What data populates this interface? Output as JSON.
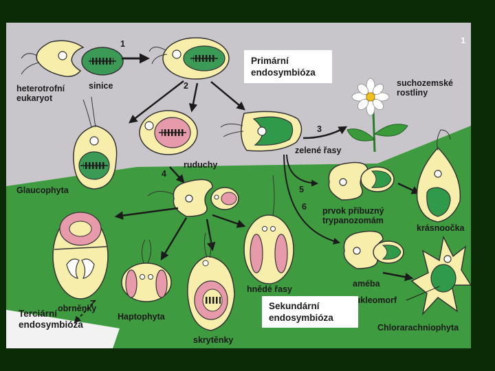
{
  "page_number": "1",
  "labels": {
    "primary_title_1": "Primární",
    "primary_title_2": "endosymbióza",
    "heterotrophic_1": "heterotrofní",
    "heterotrophic_2": "eukaryot",
    "cyanobacteria": "sinice",
    "land_plants_1": "suchozemské",
    "land_plants_2": "rostliny",
    "glaucophyta": "Glaucophyta",
    "red_algae": "ruduchy",
    "green_algae": "zelené řasy",
    "relative_1": "prvok příbuzný",
    "relative_2": "trypanozomám",
    "euglenids": "krásnoočka",
    "brown_algae": "hnědé řasy",
    "amoeba": "améba",
    "nucleomorph": "nukleomorf",
    "secondary_title_1": "Sekundární",
    "secondary_title_2": "endosymbióza",
    "chlorarachniophyta": "Chlorarachniophyta",
    "dinoflagellates": "obrněnky",
    "haptophyta": "Haptophyta",
    "cryptophytes": "skrytěnky",
    "tertiary_1": "Terciární",
    "tertiary_2": "endosymbióza"
  },
  "steps": [
    "1",
    "2",
    "3",
    "4",
    "5",
    "6",
    "7"
  ],
  "colors": {
    "background": "#0b2a06",
    "grey_zone": "#c9c6cb",
    "green_zone": "#3f9b3f",
    "cell_fill": "#f6eeaa",
    "cyanobacterium": "#3a9a56",
    "red_alga": "#e79aaa",
    "plastid_green": "#2f9a4a"
  }
}
